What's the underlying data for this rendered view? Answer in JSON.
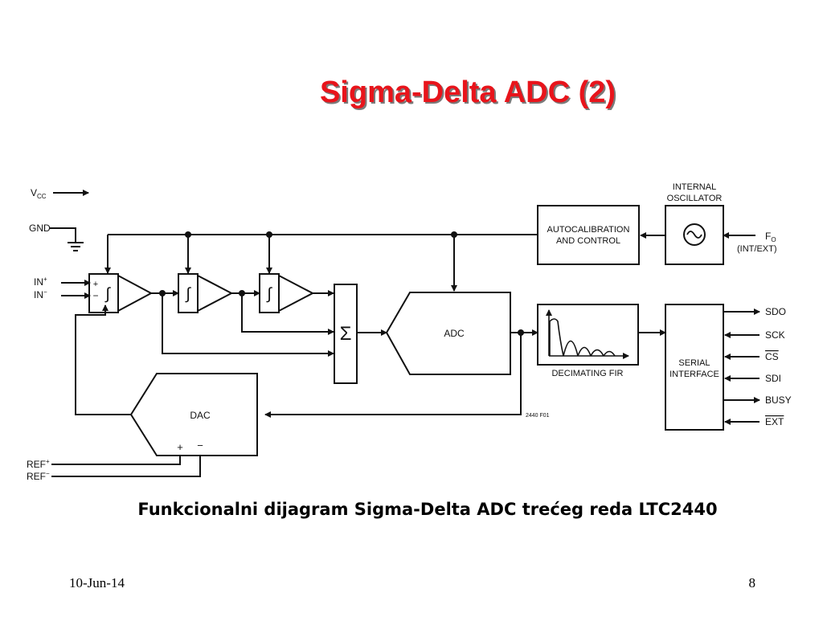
{
  "slide": {
    "title": "Sigma-Delta ADC (2)",
    "caption": "Funkcionalni dijagram Sigma-Delta ADC trećeg reda LTC2440",
    "date": "10-Jun-14",
    "page_number": "8"
  },
  "diagram": {
    "pins": {
      "vcc": "V",
      "vcc_sub": "CC",
      "gnd": "GND",
      "in_plus": "IN",
      "in_plus_sup": "+",
      "in_minus": "IN",
      "in_minus_sup": "−",
      "ref_plus": "REF",
      "ref_plus_sup": "+",
      "ref_minus": "REF",
      "ref_minus_sup": "−",
      "fo": "F",
      "fo_sub": "O",
      "fo_mode": "(INT/EXT)",
      "sdo": "SDO",
      "sck": "SCK",
      "cs": "CS",
      "sdi": "SDI",
      "busy": "BUSY",
      "ext": "EXT"
    },
    "blocks": {
      "internal_oscillator_line1": "INTERNAL",
      "internal_oscillator_line2": "OSCILLATOR",
      "autocal_line1": "AUTOCALIBRATION",
      "autocal_line2": "AND CONTROL",
      "adc": "ADC",
      "dac": "DAC",
      "dac_plus": "+",
      "dac_minus": "−",
      "decimating_fir": "DECIMATING FIR",
      "serial_line1": "SERIAL",
      "serial_line2": "INTERFACE",
      "summer_symbol": "Σ",
      "integrator_symbol": "∫",
      "int1_plus": "+",
      "int1_minus": "−",
      "figure_code": "2440 F01"
    }
  }
}
